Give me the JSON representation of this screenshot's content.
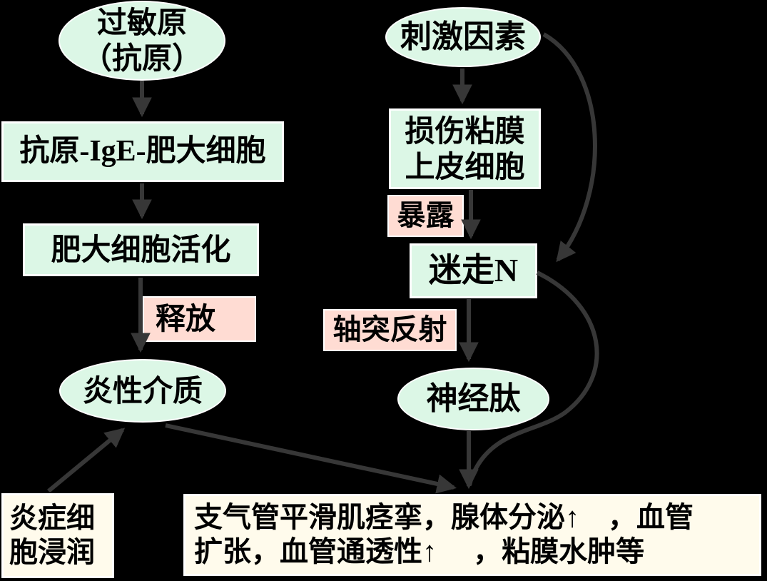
{
  "diagram": {
    "title_hint": "pathway flowchart (allergic / neurogenic airway inflammation)",
    "colors": {
      "background": "#000000",
      "node_green": "#dcf7e6",
      "node_pink": "#ffdcd3",
      "node_ivory": "#fffbec",
      "border": "#ffffff",
      "text": "#000000",
      "arrow": "#373737"
    },
    "nodes": {
      "allergen": {
        "shape": "ellipse",
        "label": "过敏原\n（抗原）"
      },
      "stimulus": {
        "shape": "ellipse",
        "label": "刺激因素"
      },
      "antigen_ige": {
        "shape": "rect",
        "label": "抗原-IgE-肥大细胞"
      },
      "damage": {
        "shape": "rect",
        "label": "损伤粘膜\n上皮细胞"
      },
      "expose": {
        "shape": "pink-label",
        "label": "暴露"
      },
      "mast_activation": {
        "shape": "rect",
        "label": "肥大细胞活化"
      },
      "vagus": {
        "shape": "rect",
        "label": "迷走N"
      },
      "release": {
        "shape": "pink-label",
        "label": "释放"
      },
      "axon_reflex": {
        "shape": "pink-label",
        "label": "轴突反射"
      },
      "mediators": {
        "shape": "ellipse",
        "label": "炎性介质"
      },
      "neuropeptide": {
        "shape": "ellipse",
        "label": "神经肽"
      },
      "infiltration": {
        "shape": "rect",
        "label": "炎症细\n胞浸润"
      },
      "effects": {
        "shape": "rect",
        "label": "支气管平滑肌痉挛，腺体分泌↑　，血管\n扩张，血管通透性↑　 ，粘膜水肿等"
      }
    },
    "edges": [
      "allergen -> antigen_ige",
      "antigen_ige -> mast_activation",
      "mast_activation -(释放)-> mediators",
      "stimulus -> damage",
      "damage -(暴露)-> vagus",
      "stimulus -> vagus (curved)",
      "vagus -(轴突反射)-> neuropeptide",
      "vagus -> effects (curved)",
      "neuropeptide -> effects",
      "infiltration -> mediators",
      "mediators -> effects"
    ]
  }
}
